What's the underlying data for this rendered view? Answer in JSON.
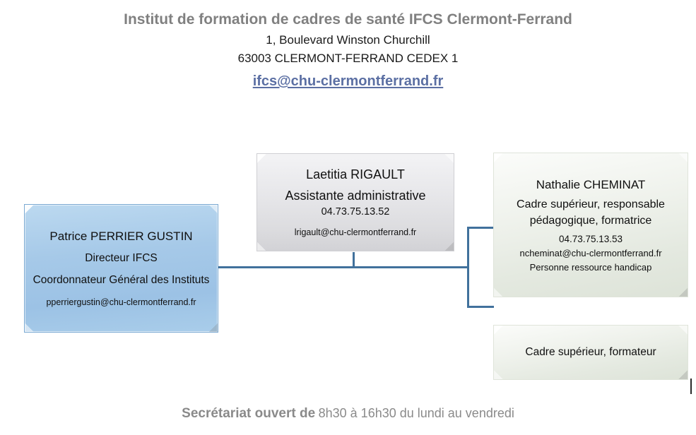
{
  "header": {
    "title": "Institut de formation de cadres de santé IFCS Clermont-Ferrand",
    "address_line1": "1, Boulevard Winston Churchill",
    "address_line2": "63003 CLERMONT-FERRAND CEDEX 1",
    "email": "ifcs@chu-clermontferrand.fr"
  },
  "org_chart": {
    "nodes": [
      {
        "id": "director",
        "name": "Patrice PERRIER GUSTIN",
        "role_line1": "Directeur IFCS",
        "role_line2": "Coordonnateur Général des Instituts",
        "email": "pperriergustin@chu-clermontferrand.fr",
        "color": "#9CC2E5"
      },
      {
        "id": "assistant",
        "name": "Laetitia RIGAULT",
        "role": "Assistante administrative",
        "phone": "04.73.75.13.52",
        "email": "lrigault@chu-clermontferrand.fr",
        "color": "#E0E0E2"
      },
      {
        "id": "cadre-sup",
        "name": "Nathalie CHEMINAT",
        "role": "Cadre supérieur, responsable pédagogique, formatrice",
        "phone": "04.73.75.13.53",
        "email": "ncheminat@chu-clermontferrand.fr",
        "note": "Personne ressource handicap",
        "color": "#E8EDE4"
      },
      {
        "id": "formateur",
        "role": "Cadre supérieur, formateur",
        "color": "#E8EDE4"
      }
    ],
    "connector_color": "#41719C"
  },
  "footer": {
    "strong": "Secrétariat ouvert de",
    "rest": "8h30 à 16h30 du lundi au vendredi"
  }
}
